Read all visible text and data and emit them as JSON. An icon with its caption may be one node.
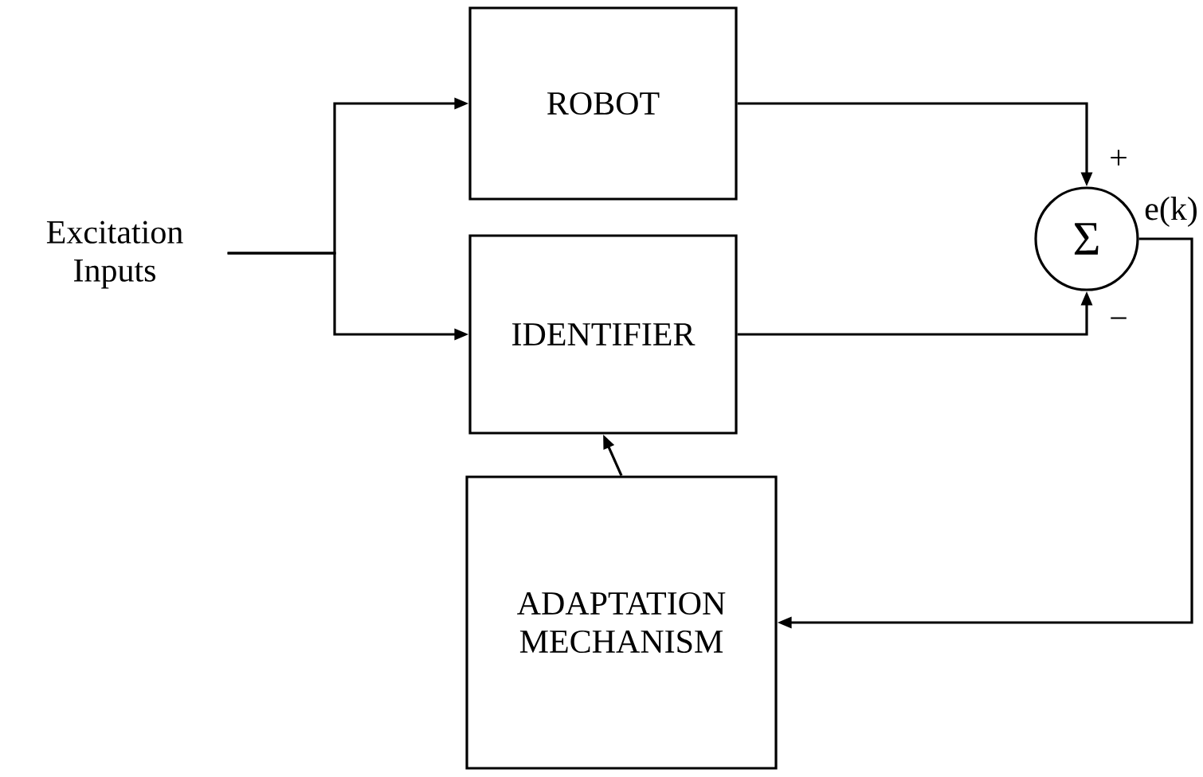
{
  "diagram": {
    "nodes": [
      {
        "text": [
          "Excitation Inputs"
        ]
      },
      {
        "text": [
          "ROBOT"
        ]
      },
      {
        "text": [
          "IDENTIFIER"
        ]
      },
      {
        "text": [
          "ADAPTATION MECHANISM"
        ]
      },
      {
        "text": [
          "Σ"
        ]
      }
    ],
    "edges": [
      {
        "from": 0,
        "to": 1,
        "arrow": "to"
      },
      {
        "from": 0,
        "to": 2,
        "arrow": "to"
      },
      {
        "from": 1,
        "to": 4,
        "arrow": "to",
        "label": "+"
      },
      {
        "from": 2,
        "to": 4,
        "arrow": "to",
        "label": "−"
      },
      {
        "from": 4,
        "to": 3,
        "arrow": "to",
        "label": "e(k)"
      },
      {
        "from": 3,
        "to": 2,
        "arrow": "to"
      }
    ]
  }
}
